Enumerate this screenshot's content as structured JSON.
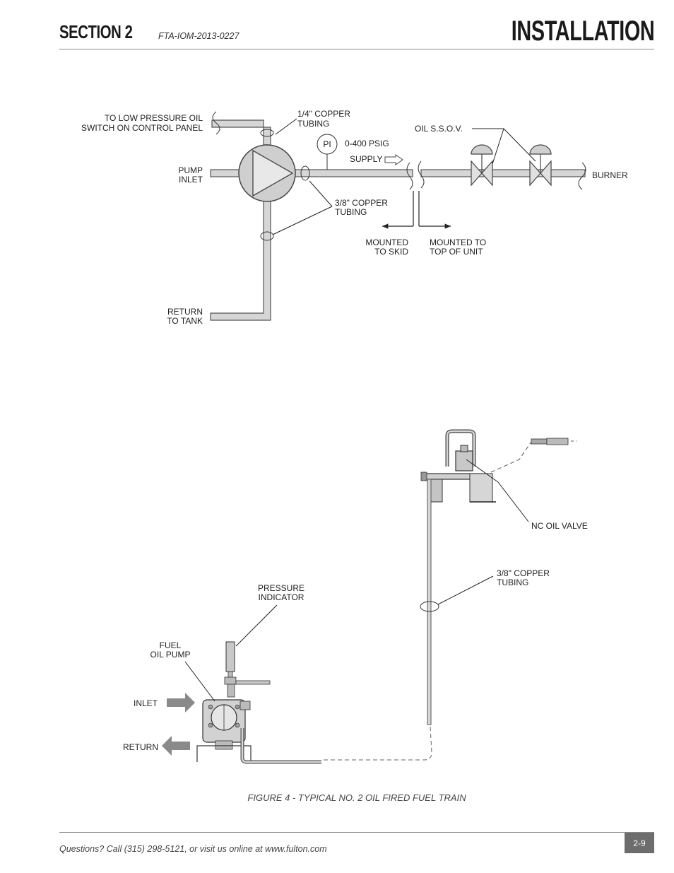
{
  "header": {
    "section": "SECTION 2",
    "doc_number": "FTA-IOM-2013-0227",
    "title": "INSTALLATION"
  },
  "schematic": {
    "labels": {
      "low_pressure_switch_line1": "TO LOW PRESSURE OIL",
      "low_pressure_switch_line2": "SWITCH ON CONTROL PANEL",
      "copper_quarter_line1": "1/4\" COPPER",
      "copper_quarter_line2": "TUBING",
      "pi": "PI",
      "psig": "0-400 PSIG",
      "supply": "SUPPLY",
      "ssov": "OIL S.S.O.V.",
      "burner": "BURNER",
      "pump_inlet_line1": "PUMP",
      "pump_inlet_line2": "INLET",
      "copper_three_eighths_line1": "3/8\" COPPER",
      "copper_three_eighths_line2": "TUBING",
      "skid_line1": "MOUNTED",
      "skid_line2": "TO SKID",
      "top_line1": "MOUNTED TO",
      "top_line2": "TOP OF UNIT",
      "return_line1": "RETURN",
      "return_line2": "TO TANK"
    }
  },
  "illustration": {
    "labels": {
      "nc_oil_valve": "NC OIL VALVE",
      "copper_line1": "3/8\" COPPER",
      "copper_line2": "TUBING",
      "pressure_indicator_line1": "PRESSURE",
      "pressure_indicator_line2": "INDICATOR",
      "fuel_pump_line1": "FUEL",
      "fuel_pump_line2": "OIL PUMP",
      "inlet": "INLET",
      "return": "RETURN"
    }
  },
  "caption": "FIGURE 4 - TYPICAL NO. 2 OIL FIRED FUEL TRAIN",
  "footer": {
    "contact": "Questions?  Call (315) 298-5121, or visit us online at  www.fulton.com",
    "page": "2-9"
  },
  "colors": {
    "pipe_fill": "#d6d6d6",
    "pipe_stroke": "#555555",
    "pump_fill": "#cfcfcf",
    "arrow_fill": "#8a8a8a",
    "badge": "#6d6d6d"
  }
}
